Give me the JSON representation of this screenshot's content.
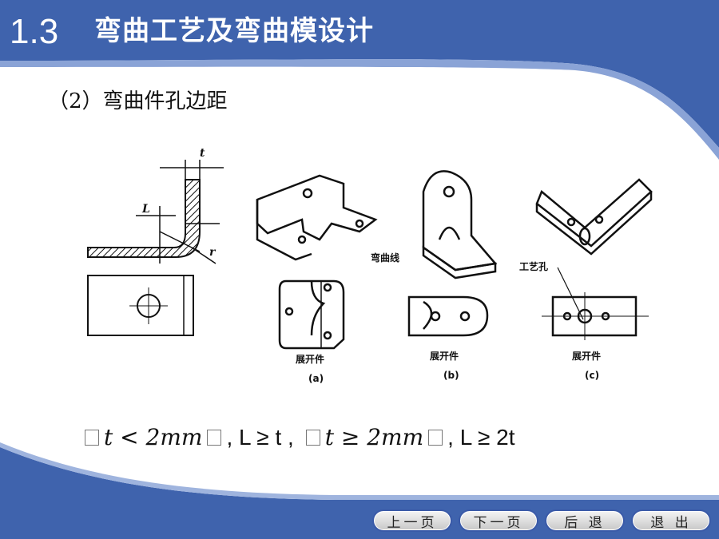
{
  "header": {
    "section_number": "1.3",
    "title": "弯曲工艺及弯曲模设计"
  },
  "content": {
    "subtitle": "（2）弯曲件孔边距",
    "figure": {
      "label_t": "t",
      "label_L": "L",
      "label_r": "r",
      "bend_line": "弯曲线",
      "process_hole": "工艺孔",
      "blank_a": "展开件",
      "blank_b": "展开件",
      "blank_c": "展开件",
      "caption_a": "(a)",
      "caption_b": "(b)",
      "caption_c": "(c)"
    },
    "formula": {
      "part1": "t < 2mm",
      "part2": ", L ≥ t ,",
      "part3": "t ≥ 2mm",
      "part4": ", L ≥ 2t"
    }
  },
  "nav": {
    "prev": "上一页",
    "next": "下一页",
    "back": "后 退",
    "exit": "退 出"
  },
  "colors": {
    "header_blue": "#3f63ad",
    "button_border": "#3a5aa8"
  }
}
